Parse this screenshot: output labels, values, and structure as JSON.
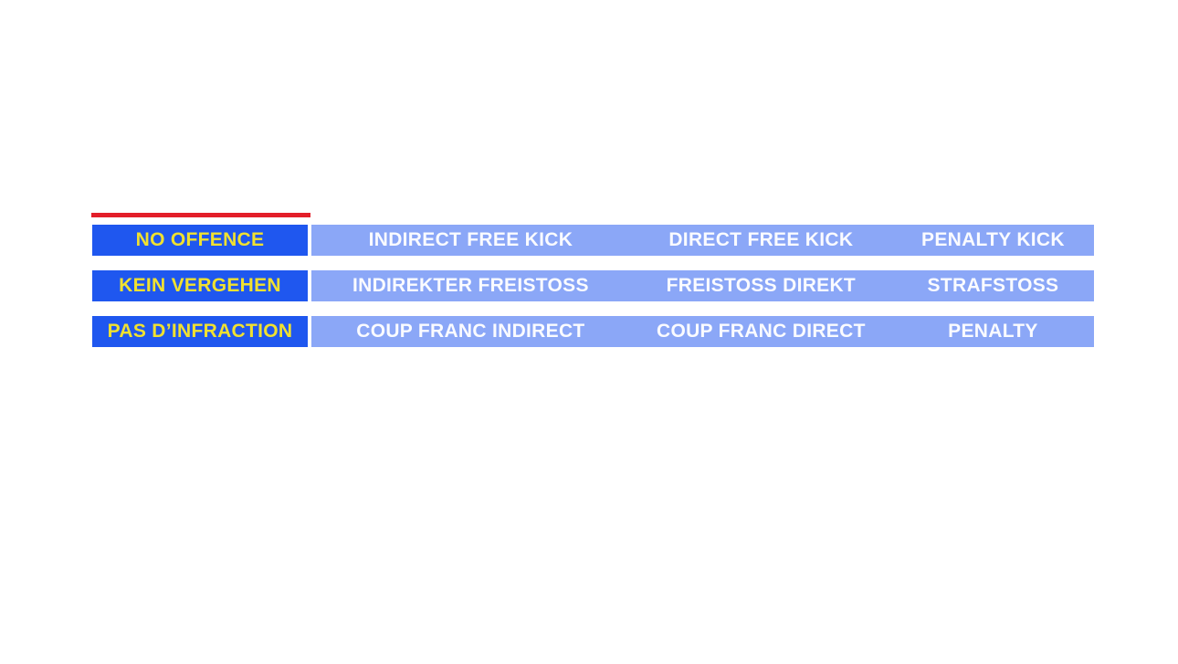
{
  "slide": {
    "type": "terminology-table",
    "languages": [
      "English",
      "German",
      "French"
    ],
    "colors": {
      "accent_red": "#e31e29",
      "label_blue": "#1f57ef",
      "bar_blue": "#8ba7f7",
      "label_text_yellow": "#f0e130",
      "bar_text_white": "#fafbff",
      "background": "#ffffff"
    }
  },
  "rows": [
    {
      "label": "NO OFFENCE",
      "cells": [
        "INDIRECT FREE KICK",
        "DIRECT FREE KICK",
        "PENALTY KICK"
      ]
    },
    {
      "label": "KEIN VERGEHEN",
      "cells": [
        "INDIREKTER FREISTOSS",
        "FREISTOSS DIREKT",
        "STRAFSTOSS"
      ]
    },
    {
      "label": "PAS D’INFRACTION",
      "cells": [
        "COUP FRANC INDIRECT",
        "COUP FRANC DIRECT",
        "PENALTY"
      ]
    }
  ]
}
